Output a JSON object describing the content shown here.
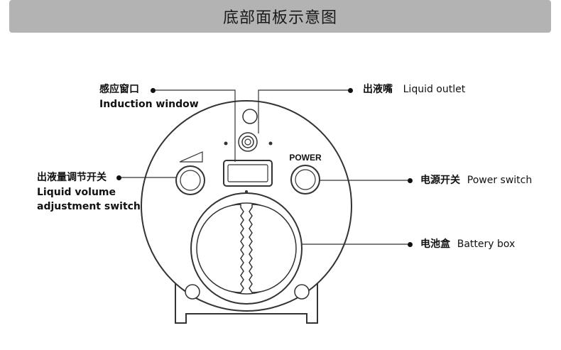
{
  "header": {
    "title": "底部面板示意图"
  },
  "device": {
    "power_label": "POWER"
  },
  "callouts": {
    "induction_window": {
      "cn": "感应窗口",
      "en": "Induction window"
    },
    "liquid_outlet": {
      "cn": "出液嘴",
      "en": "Liquid outlet"
    },
    "volume_switch": {
      "cn": "出液量调节开关",
      "en_line1": "Liquid volume",
      "en_line2": "adjustment switch"
    },
    "power_switch": {
      "cn": "电源开关",
      "en": "Power switch"
    },
    "battery_box": {
      "cn": "电池盒",
      "en": "Battery box"
    }
  }
}
